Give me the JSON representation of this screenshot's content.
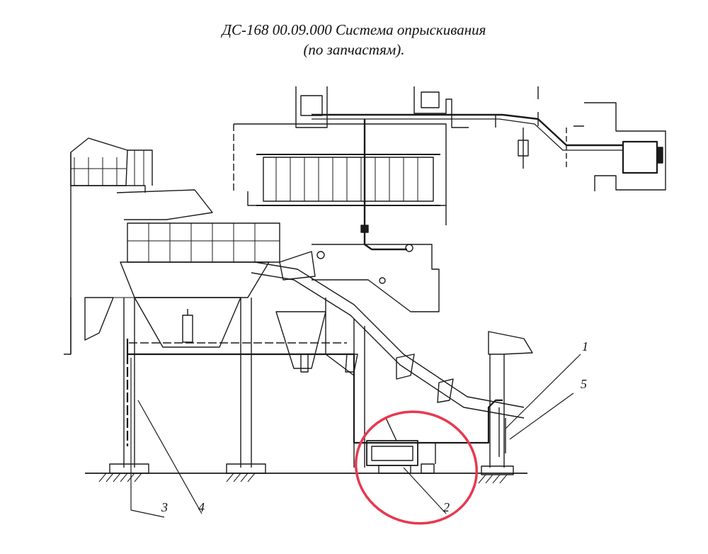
{
  "title": {
    "line1": "ДС-168 00.09.000 Система опрыскивания",
    "line2": "(по запчастям)."
  },
  "callouts": [
    {
      "id": "1",
      "label": "1"
    },
    {
      "id": "5",
      "label": "5"
    },
    {
      "id": "3",
      "label": "3"
    },
    {
      "id": "4",
      "label": "4"
    },
    {
      "id": "2",
      "label": "2"
    }
  ],
  "highlight": {
    "color": "#e8384f",
    "target": "2"
  },
  "colors": {
    "line": "#1a1a1a",
    "highlight": "#e8384f"
  }
}
